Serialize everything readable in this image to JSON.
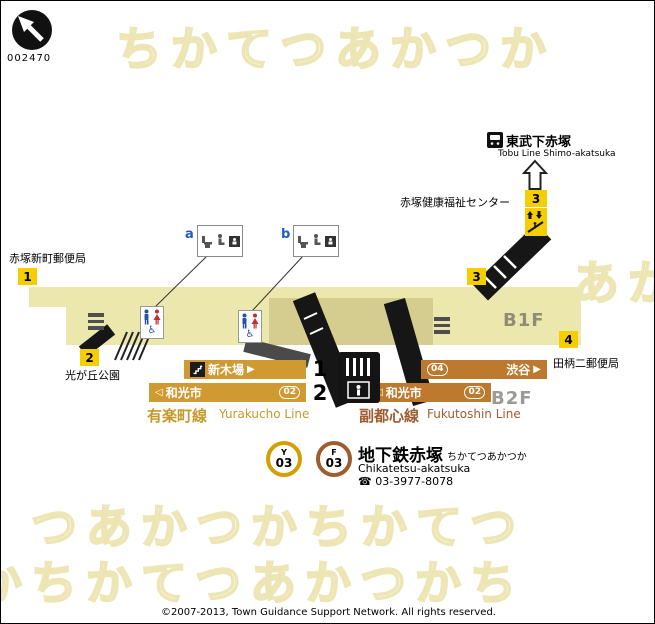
{
  "meta": {
    "map_id": "002470",
    "copyright": "©2007-2013, Town Guidance Support Network. All rights reserved."
  },
  "watermark": {
    "row1": "ちかてつあかつか",
    "side": "あか",
    "row2": "つあかつかちかてつ",
    "row3": "かちかてつあかつかち"
  },
  "tobu": {
    "name_jp": "東武下赤塚",
    "name_en": "Tobu Line Shimo-akatsuka"
  },
  "landmarks": {
    "health_center": "赤塚健康福祉センター",
    "post_office_nw": "赤塚新町郵便局",
    "park_sw": "光が丘公園",
    "post_office_se": "田柄二郵便局"
  },
  "exits": {
    "e1": "1",
    "e2": "2",
    "e3": "3",
    "e3_street": "3",
    "e4": "4"
  },
  "floors": {
    "b1f": "B1F",
    "b2f": "B2F"
  },
  "toilets": {
    "a": "a",
    "b": "b"
  },
  "platform": {
    "number1": "1",
    "number2": "2",
    "yurakucho": {
      "name_jp": "有楽町線",
      "name_en": "Yurakucho Line",
      "dir_shinkiba": {
        "dest": "新木場",
        "arrow": "▶"
      },
      "dir_wakoshi": {
        "arrow": "◁",
        "dest": "和光市",
        "next_badge": "02"
      }
    },
    "fukutoshin": {
      "name_jp": "副都心線",
      "name_en": "Fukutoshin Line",
      "dir_shibuya": {
        "next_badge": "04",
        "dest": "渋谷",
        "arrow": "▶"
      },
      "dir_wakoshi": {
        "arrow": "◁",
        "dest": "和光市",
        "next_badge": "02"
      }
    }
  },
  "station": {
    "line_badges": [
      {
        "letter": "Y",
        "number": "03",
        "color": "#d2a000"
      },
      {
        "letter": "F",
        "number": "03",
        "color": "#9c5e31"
      }
    ],
    "name_jp": "地下鉄赤塚",
    "name_kana": "ちかてつあかつか",
    "name_en": "Chikatetsu-akatsuka",
    "phone": "☎ 03-3977-8078"
  },
  "colors": {
    "corridor": "#ece7ad",
    "paid_area": "#d5cd8f",
    "exit_yellow": "#f5ce00",
    "yurakucho_bar": "#d09a33",
    "fukutoshin_bar": "#bd7a2e",
    "yurakucho_text": "#c49b2a",
    "fukutoshin_text": "#9c5e31"
  }
}
